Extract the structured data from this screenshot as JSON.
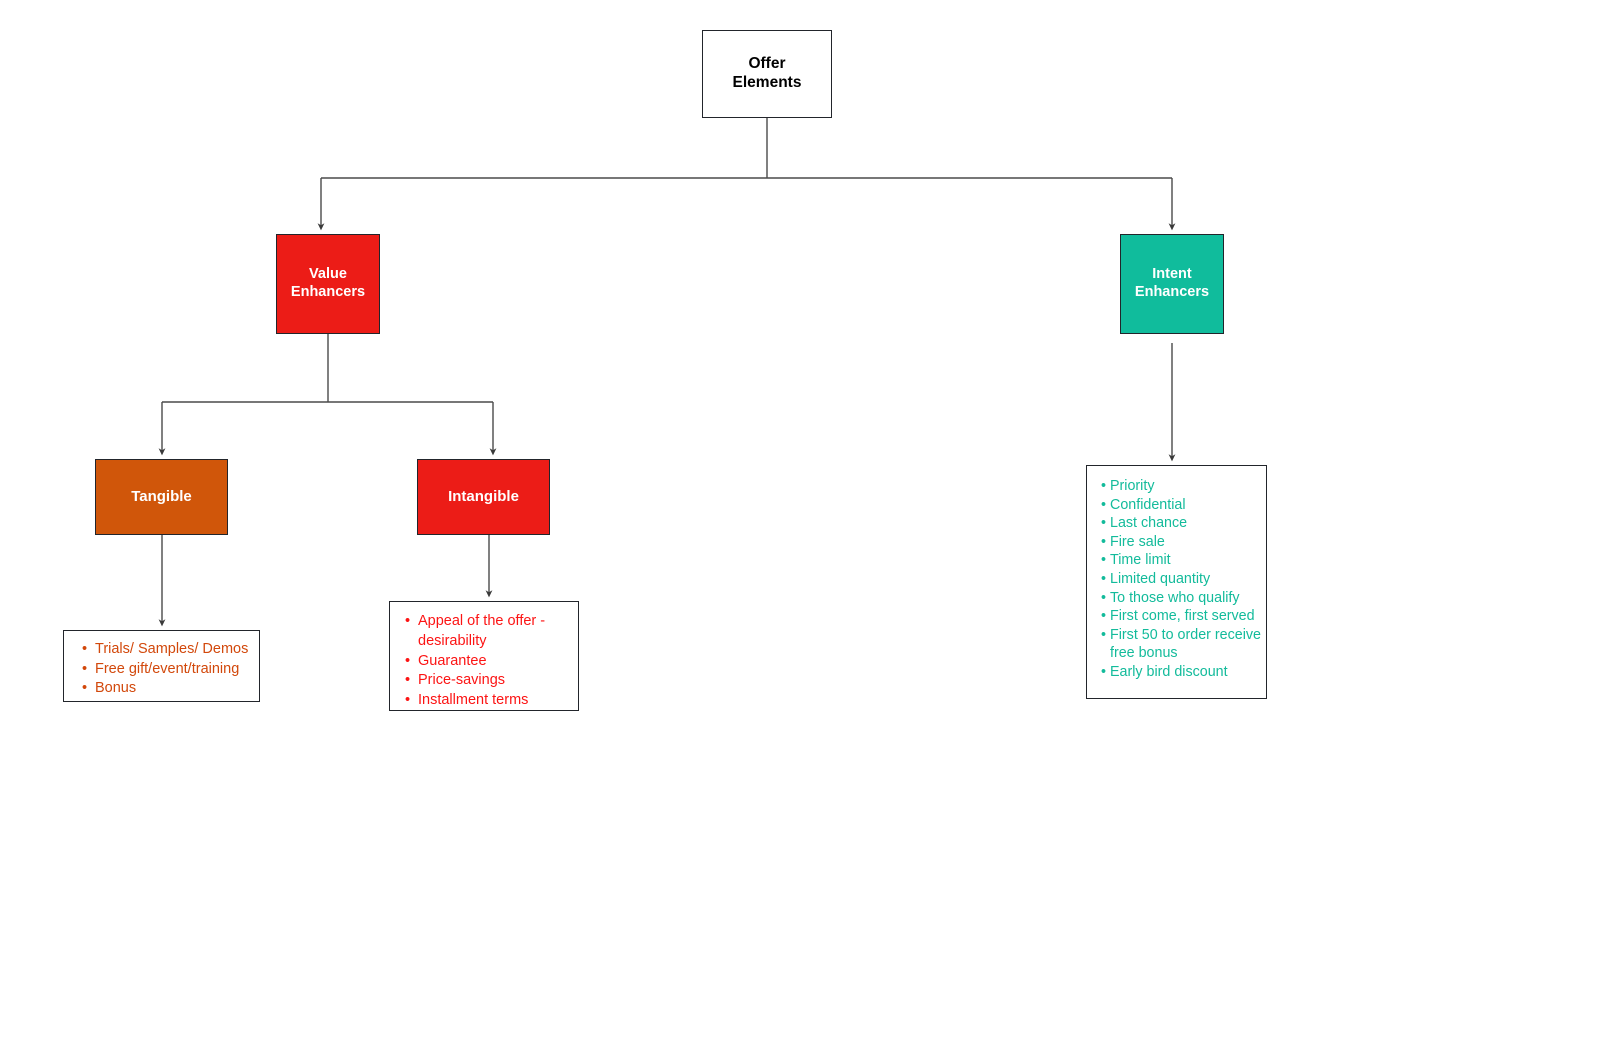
{
  "diagram": {
    "title": "Offer Elements",
    "type": "tree-hierarchy",
    "colors": {
      "root_fill": "#ffffff",
      "value_fill": "#ec1c17",
      "intent_fill": "#10bc9c",
      "tangible_fill": "#d0560a",
      "intangible_fill": "#ec1c17",
      "tangible_text": "#d2480b",
      "intangible_text": "#fc1414",
      "intent_text": "#13bb9b",
      "edge_stroke": "#4a4a4a",
      "node_border": "#22252b"
    },
    "nodes": {
      "root": {
        "label": "Offer\nElements"
      },
      "value_enhancers": {
        "label": "Value\nEnhancers"
      },
      "intent_enhancers": {
        "label": "Intent\nEnhancers"
      },
      "tangible": {
        "label": "Tangible"
      },
      "intangible": {
        "label": "Intangible"
      }
    },
    "lists": {
      "tangible_items": [
        "Trials/ Samples/ Demos",
        "Free gift/event/training",
        "Bonus"
      ],
      "intangible_items": [
        "Appeal of the offer -\n desirability",
        "Guarantee",
        "Price-savings",
        "Installment terms"
      ],
      "intent_items": [
        "Priority",
        "Confidential",
        "Last chance",
        "Fire sale",
        "Time limit",
        "Limited quantity",
        "To those who qualify",
        "First come, first served",
        "First 50 to order receive\n free bonus",
        "Early bird discount"
      ]
    }
  }
}
